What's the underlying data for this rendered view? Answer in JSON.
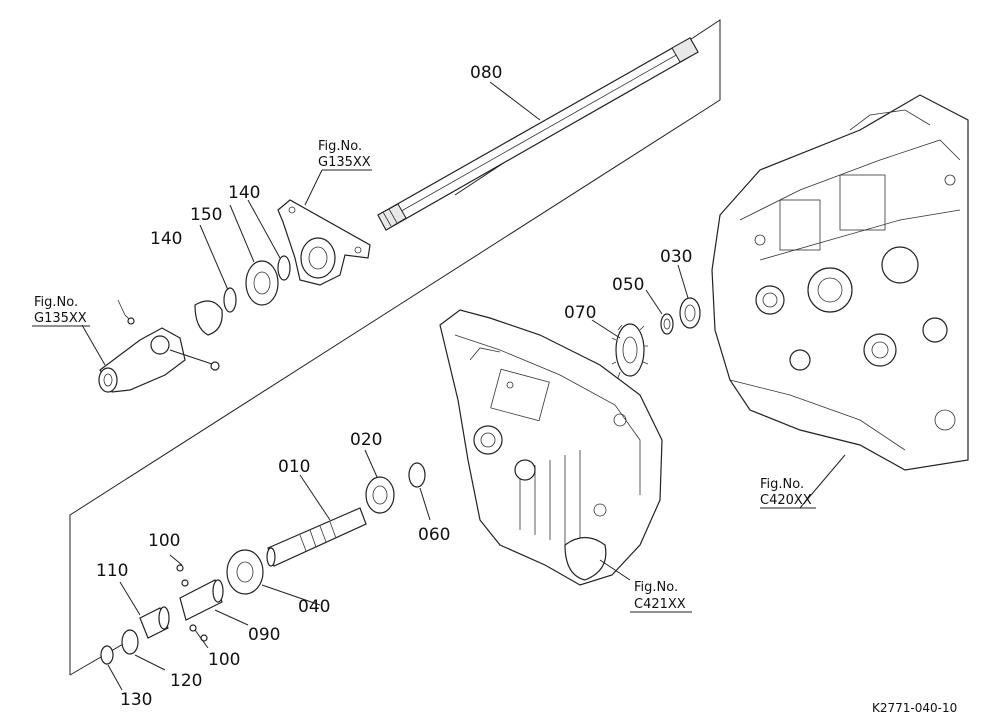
{
  "parts": {
    "p010": "010",
    "p020": "020",
    "p030": "030",
    "p040": "040",
    "p050": "050",
    "p060": "060",
    "p070": "070",
    "p080": "080",
    "p090": "090",
    "p100a": "100",
    "p100b": "100",
    "p110": "110",
    "p120": "120",
    "p130": "130",
    "p140a": "140",
    "p140b": "140",
    "p150": "150"
  },
  "references": {
    "top": {
      "label": "Fig.No.",
      "code": "G135XX"
    },
    "left": {
      "label": "Fig.No.",
      "code": "G135XX"
    },
    "right": {
      "label": "Fig.No.",
      "code": "C420XX"
    },
    "mid": {
      "label": "Fig.No.",
      "code": "C421XX"
    }
  },
  "diagram_code": "K2771-040-10"
}
